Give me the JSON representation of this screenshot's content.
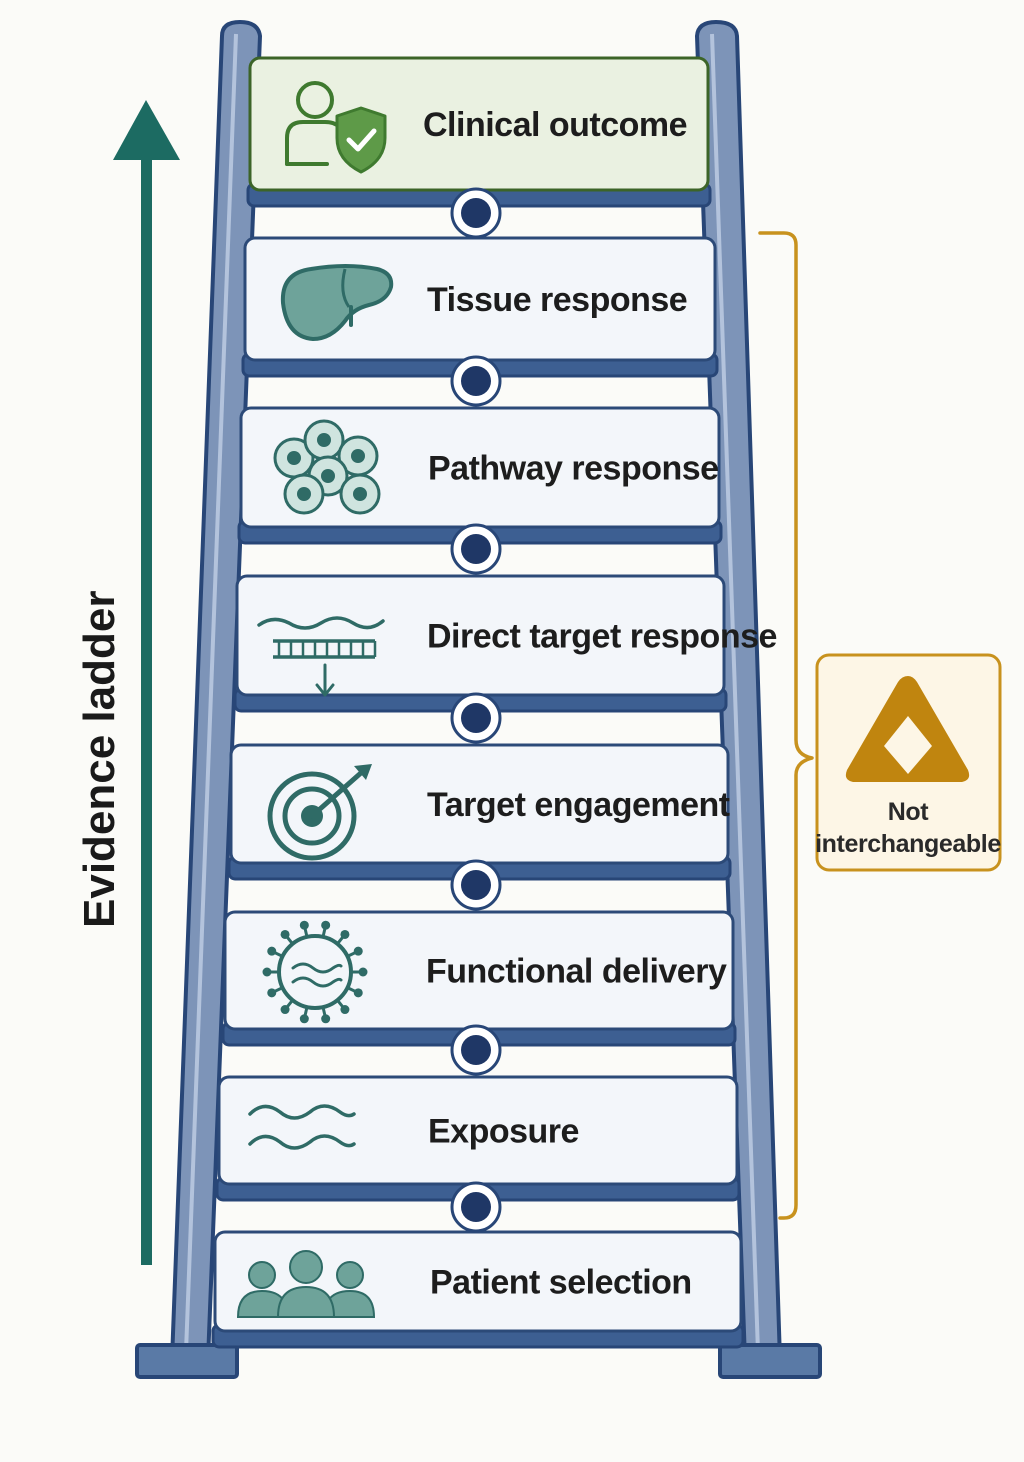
{
  "axis": {
    "label": "Evidence ladder",
    "direction": "up"
  },
  "rungs": [
    {
      "label": "Clinical outcome",
      "icon": "person-shield-check-icon",
      "highlight": true
    },
    {
      "label": "Tissue response",
      "icon": "liver-icon",
      "highlight": false
    },
    {
      "label": "Pathway response",
      "icon": "cell-cluster-icon",
      "highlight": false
    },
    {
      "label": "Direct target response",
      "icon": "rna-ladder-arrow-icon",
      "highlight": false
    },
    {
      "label": "Target engagement",
      "icon": "target-arrow-icon",
      "highlight": false
    },
    {
      "label": "Functional delivery",
      "icon": "virus-particle-icon",
      "highlight": false
    },
    {
      "label": "Exposure",
      "icon": "waves-icon",
      "highlight": false
    },
    {
      "label": "Patient selection",
      "icon": "people-group-icon",
      "highlight": false
    }
  ],
  "badge": {
    "line1": "Not",
    "line2": "interchangeable",
    "icon": "warning-triangle-icon"
  },
  "colors": {
    "rail": "#7d94b8",
    "rail_dark": "#284677",
    "rung_fill": "#f3f6fa",
    "rung_highlight_fill": "#eaf1e1",
    "rung_highlight_border": "#3c6428",
    "icon_teal": "#2f6b66",
    "icon_teal_fill": "#6ea39a",
    "icon_green": "#3f7a2f",
    "arrow": "#1c6b62",
    "bracket": "#c8921e",
    "badge_fill": "#fdf6e6"
  }
}
